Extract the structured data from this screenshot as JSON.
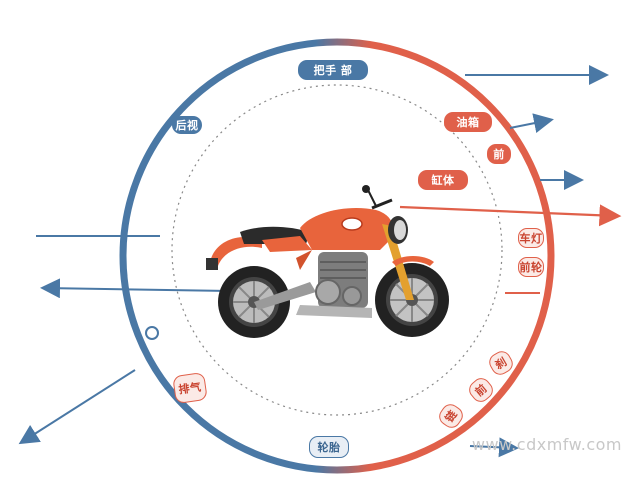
{
  "diagram": {
    "colors": {
      "blue": "#4a78a5",
      "red": "#e0604a",
      "motorcycle_body": "#e8643c",
      "dotted_ring": "#888888"
    },
    "labels": {
      "top": "把手 部",
      "upper_left": "后视",
      "right_1": "油箱",
      "right_2": "前",
      "center_tag": "缸体",
      "right_3": "车灯",
      "right_4": "前轮",
      "left_small": "",
      "lower_left": "排气",
      "lower_right_1": "刹",
      "lower_right_2": "前",
      "lower_right_3": "链",
      "bottom": "轮胎"
    },
    "watermark": "www.cdxmfw.com",
    "image": "motorcycle-illustration"
  }
}
